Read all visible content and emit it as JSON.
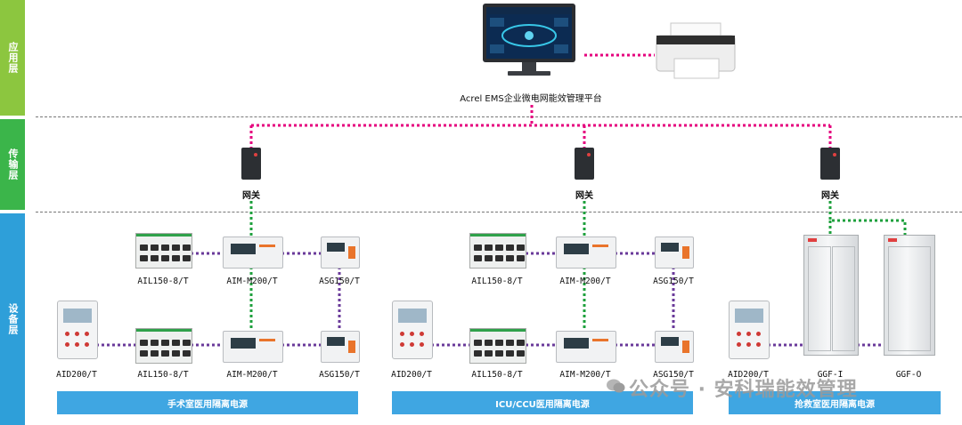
{
  "layers": {
    "app": "应用层",
    "transport": "传输层",
    "device": "设备层"
  },
  "colors": {
    "app_layer": "#8cc63f",
    "transport_layer": "#3bb54a",
    "device_layer": "#2e9fd9",
    "ethernet_link": "#e5007e",
    "bus_green": "#1ea03c",
    "bus_purple": "#6a3a9a",
    "banner": "#3fa6e2"
  },
  "platform_label": "Acrel EMS企业微电网能效管理平台",
  "gateway_label": "网关",
  "groups": [
    {
      "banner": "手术室医用隔离电源",
      "labels": {
        "aid": "AID200/T",
        "ail_top": "AIL150-8/T",
        "aim_top": "AIM-M200/T",
        "asg_top": "ASG150/T",
        "ail_bottom": "AIL150-8/T",
        "aim_bottom": "AIM-M200/T",
        "asg_bottom": "ASG150/T"
      }
    },
    {
      "banner": "ICU/CCU医用隔离电源",
      "labels": {
        "aid": "AID200/T",
        "ail_top": "AIL150-8/T",
        "aim_top": "AIM-M200/T",
        "asg_top": "ASG150/T",
        "ail_bottom": "AIL150-8/T",
        "aim_bottom": "AIM-M200/T",
        "asg_bottom": "ASG150/T"
      }
    },
    {
      "banner": "抢救室医用隔离电源",
      "labels": {
        "aid": "AID200/T",
        "cab1": "GGF-I",
        "cab2": "GGF-O"
      }
    }
  ],
  "watermark": "公众号 · 安科瑞能效管理"
}
